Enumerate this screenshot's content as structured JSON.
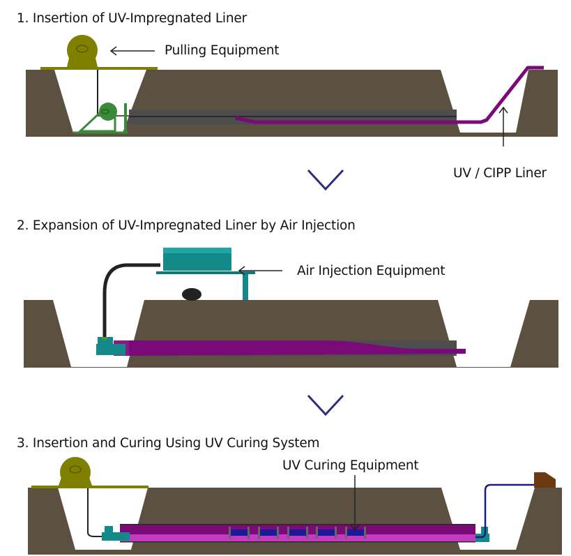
{
  "steps": [
    {
      "number": 1,
      "title": "1. Insertion of UV-Impregnated Liner",
      "labels": {
        "pulling_equipment": "Pulling Equipment",
        "liner": "UV / CIPP Liner"
      }
    },
    {
      "number": 2,
      "title": "2. Expansion of UV-Impregnated Liner by Air Injection",
      "labels": {
        "air_injection_equipment": "Air Injection Equipment"
      }
    },
    {
      "number": 3,
      "title": "3. Insertion and Curing Using UV Curing System",
      "labels": {
        "uv_curing_equipment": "UV Curing Equipment"
      }
    }
  ],
  "icons": {
    "step_arrow": "chevron-down-icon"
  },
  "colors": {
    "soil": "#5c5141",
    "liner": "#7a0a78",
    "liner_light": "#c23cbf",
    "pulling_equipment": "#808000",
    "winch": "#3a8a3a",
    "air_equipment": "#13898a",
    "uv_lamp": "#1a1a9a",
    "host_pipe": "#4a4a4a",
    "control_box": "#6b3a10",
    "chevron": "#2e2e80"
  }
}
